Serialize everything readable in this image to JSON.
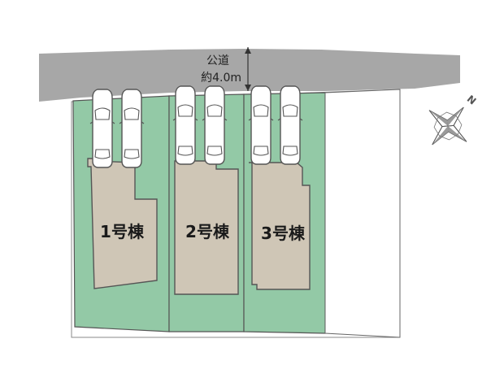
{
  "road": {
    "name": "公道",
    "width_label": "約4.0m",
    "color": "#a7a7a7"
  },
  "colors": {
    "lot": "#93c9a6",
    "building": "#cfc6b6",
    "outline": "#555555",
    "car_fill": "#ffffff"
  },
  "buildings": [
    {
      "label": "1号棟"
    },
    {
      "label": "2号棟"
    },
    {
      "label": "3号棟"
    }
  ],
  "compass": {
    "north_label": "N",
    "icon": "compass-rose-icon"
  },
  "parking": {
    "icon": "car-icon",
    "spaces_per_lot": 2
  }
}
